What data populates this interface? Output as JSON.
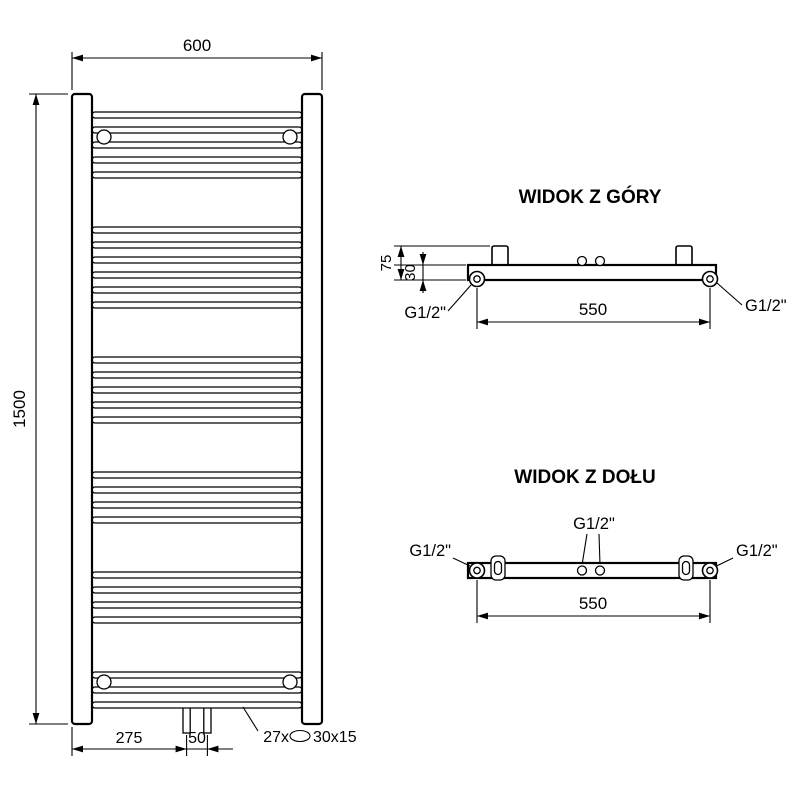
{
  "drawing": {
    "front_view": {
      "dim_width": "600",
      "dim_height": "1500",
      "dim_offset": "275",
      "dim_spacing": "50",
      "rung_count": 27,
      "rung_count_label": "27x",
      "rung_profile": "30x15"
    },
    "top_view": {
      "title": "WIDOK Z GÓRY",
      "dim_depth": "75",
      "dim_tube": "30",
      "dim_axis": "550",
      "conn_left": "G1/2\"",
      "conn_right": "G1/2\""
    },
    "bottom_view": {
      "title": "WIDOK Z DOŁU",
      "dim_axis": "550",
      "conn_left": "G1/2\"",
      "conn_center": "G1/2\"",
      "conn_right": "G1/2\""
    },
    "colors": {
      "line": "#000000",
      "background": "#ffffff"
    }
  }
}
